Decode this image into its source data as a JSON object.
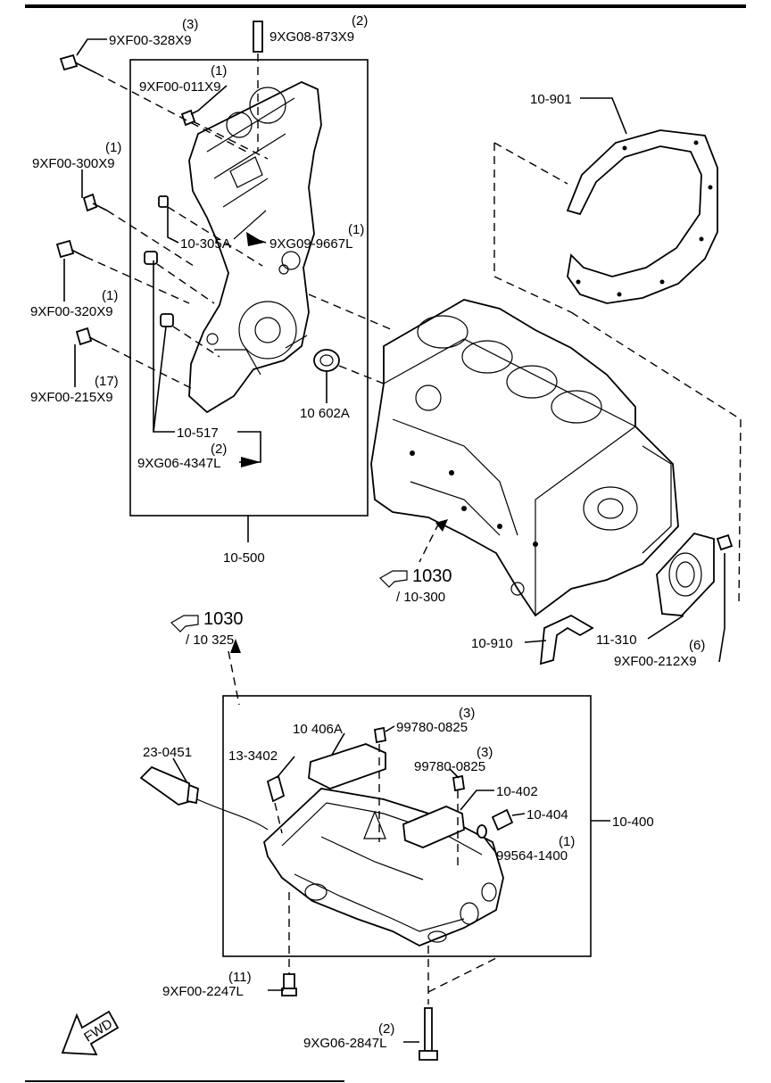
{
  "callouts": [
    {
      "id": "bolt-top-left",
      "code": "9XF00-328X9",
      "qty": "(3)"
    },
    {
      "id": "stud-top",
      "code": "9XG08-873X9",
      "qty": "(2)"
    },
    {
      "id": "bolt-cover-inner",
      "code": "9XF00-011X9",
      "qty": "(1)"
    },
    {
      "id": "bolt-side-1",
      "code": "9XF00-300X9",
      "qty": "(1)"
    },
    {
      "id": "dowel-upper",
      "code": "10-305A",
      "qty": ""
    },
    {
      "id": "bolt-cover-mid",
      "code": "9XG09-9667L",
      "qty": "(1)"
    },
    {
      "id": "bolt-side-2",
      "code": "9XF00-320X9",
      "qty": "(1)"
    },
    {
      "id": "bolt-side-3",
      "code": "9XF00-215X9",
      "qty": "(17)"
    },
    {
      "id": "oil-seal-front",
      "code": "10 602A",
      "qty": ""
    },
    {
      "id": "dowel-lower",
      "code": "10-517",
      "qty": ""
    },
    {
      "id": "bolt-cover-lower",
      "code": "9XG06-4347L",
      "qty": "(2)"
    },
    {
      "id": "timing-cover-group",
      "code": "10-500",
      "qty": ""
    },
    {
      "id": "rear-gasket",
      "code": "10-901",
      "qty": ""
    },
    {
      "id": "thrust-bearing",
      "code": "10-910",
      "qty": ""
    },
    {
      "id": "rear-seal-cover",
      "code": "11-310",
      "qty": ""
    },
    {
      "id": "bolt-rear-cover",
      "code": "9XF00-212X9",
      "qty": "(6)"
    },
    {
      "id": "sealant",
      "code": "23-0451",
      "qty": ""
    },
    {
      "id": "oil-level-sensor",
      "code": "13-3402",
      "qty": ""
    },
    {
      "id": "baffle-plate",
      "code": "10 406A",
      "qty": ""
    },
    {
      "id": "bolt-baffle-1",
      "code": "99780-0825",
      "qty": "(3)"
    },
    {
      "id": "bolt-baffle-2",
      "code": "99780-0825",
      "qty": "(3)"
    },
    {
      "id": "strainer-bracket",
      "code": "10-402",
      "qty": ""
    },
    {
      "id": "drain-plug",
      "code": "10-404",
      "qty": ""
    },
    {
      "id": "drain-washer",
      "code": "99564-1400",
      "qty": "(1)"
    },
    {
      "id": "oil-pan-group",
      "code": "10-400",
      "qty": ""
    },
    {
      "id": "bolt-pan",
      "code": "9XF00-2247L",
      "qty": "(11)"
    },
    {
      "id": "bolt-pan-long",
      "code": "9XG06-2847L",
      "qty": "(2)"
    }
  ],
  "references": [
    {
      "id": "ref-block",
      "page": "1030",
      "code": "/ 10-300"
    },
    {
      "id": "ref-pan",
      "page": "1030",
      "code": "/ 10 325"
    }
  ],
  "fwd_marker": "FWD",
  "icons": {
    "reference": "pointing-hand-icon",
    "direction": "fwd-arrow-icon"
  }
}
